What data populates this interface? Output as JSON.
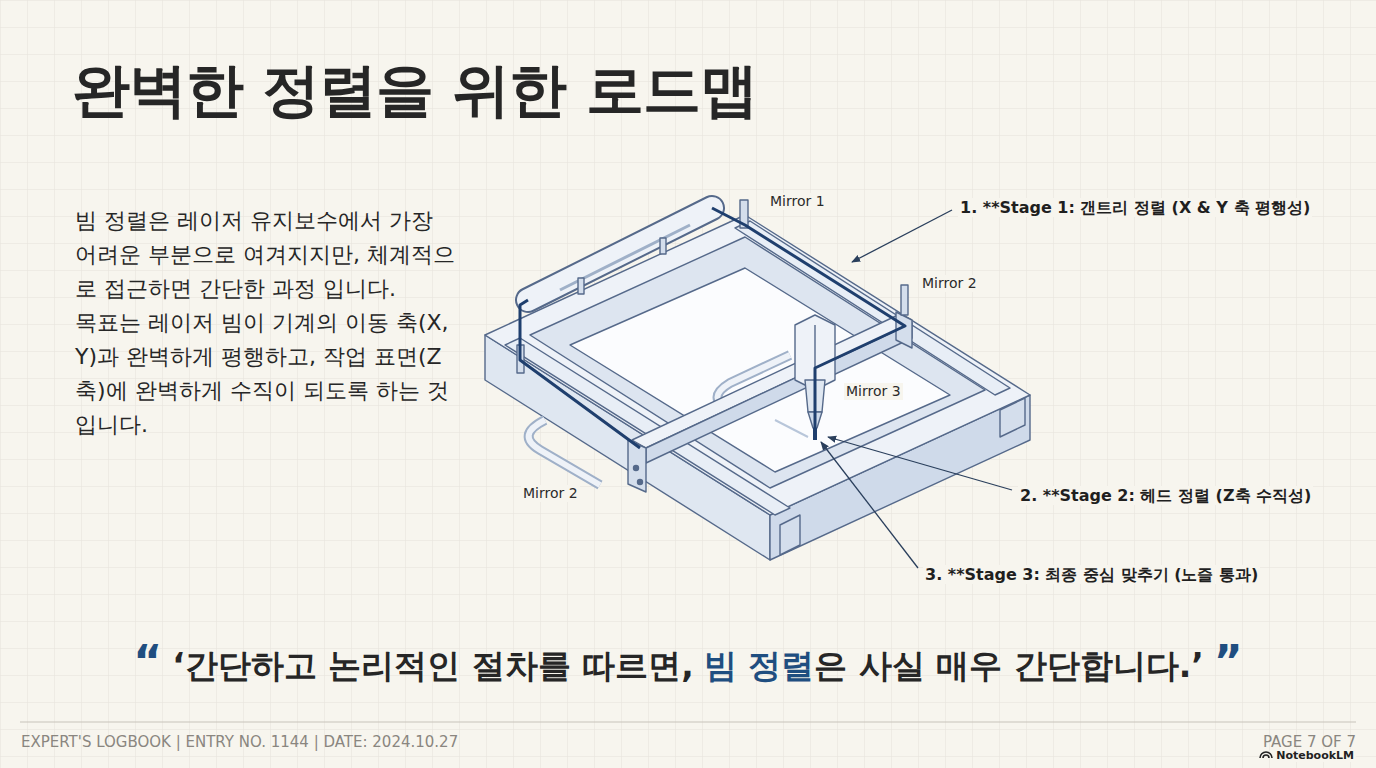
{
  "diagram": {
    "title": "완벽한 정렬을 위한 로드맵",
    "labels": [
      "빔 정렬은 레이저 유지보수에서 가장 어려운 부분으로 여겨지지만, 체계적으로 접근하면 간단한 과정 입니다.",
      "목표는 레이저 빔이 기계의 이동 축(X, Y)과 완벽하게 평행하고, 작업 표면(Z축)에 완벽하게 수직이 되도록 하는 것입니다.",
      "Mirror 1",
      "Mirror 2",
      "Mirror 3",
      "Mirror 2",
      "1. **Stage 1: 갠트리 정렬 (X & Y 축 평행성)",
      "2. **Stage 2: 헤드 정렬 (Z축 수직성)",
      "3. **Stage 3: 최종 중심 맞추기 (노즐 통과)",
      "“",
      "‘간단하고 논리적인 절차를 따르면,",
      "빔 정렬",
      "은 사실 매우 간단합니다.’",
      "”",
      "EXPERT'S LOGBOOK | ENTRY NO. 1144 | DATE: 2024.10.27",
      "PAGE 7 OF 7",
      "NotebookLM"
    ]
  }
}
